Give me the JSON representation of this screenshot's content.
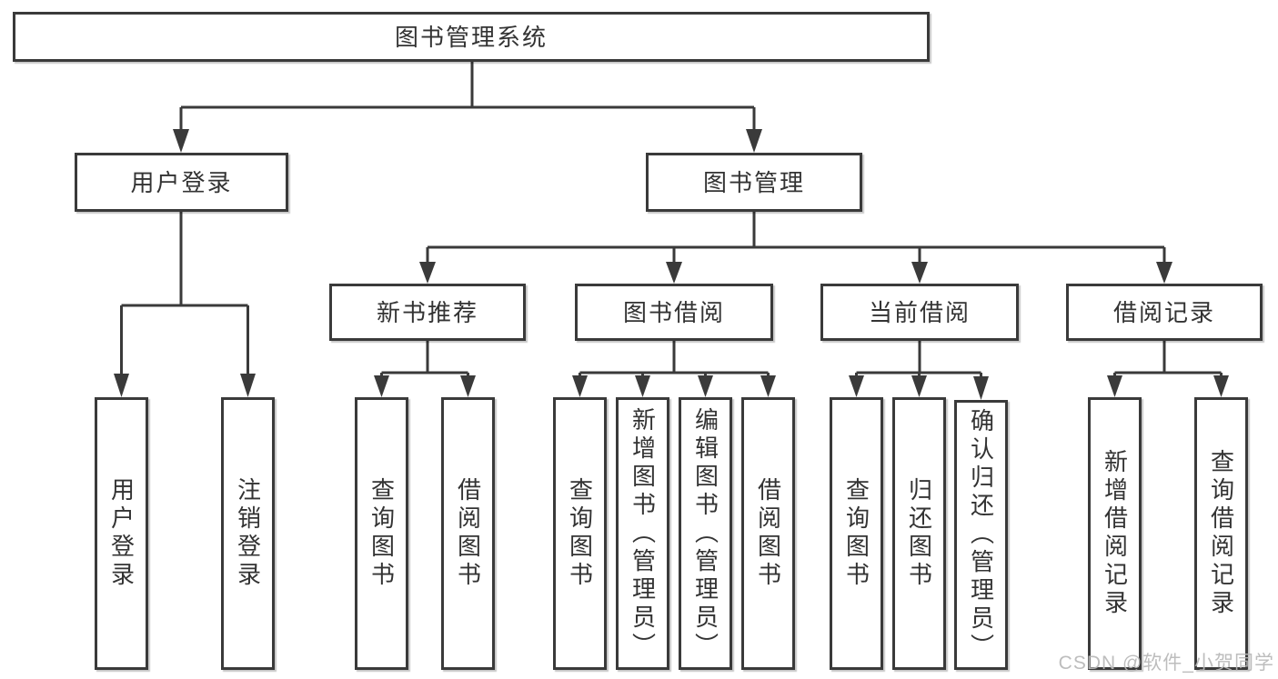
{
  "diagram": {
    "type": "hierarchy-diagram",
    "tree": {
      "label": "图书管理系统",
      "children": [
        {
          "label": "用户登录",
          "children": [
            {
              "label": "用户登录"
            },
            {
              "label": "注销登录"
            }
          ]
        },
        {
          "label": "图书管理",
          "children": [
            {
              "label": "新书推荐",
              "children": [
                {
                  "label": "查询图书"
                },
                {
                  "label": "借阅图书"
                }
              ]
            },
            {
              "label": "图书借阅",
              "children": [
                {
                  "label": "查询图书"
                },
                {
                  "label": "新增图书（管理员）"
                },
                {
                  "label": "编辑图书（管理员）"
                },
                {
                  "label": "借阅图书"
                }
              ]
            },
            {
              "label": "当前借阅",
              "children": [
                {
                  "label": "查询图书"
                },
                {
                  "label": "归还图书"
                },
                {
                  "label": "确认归还（管理员）"
                }
              ]
            },
            {
              "label": "借阅记录",
              "children": [
                {
                  "label": "新增借阅记录"
                },
                {
                  "label": "查询借阅记录"
                }
              ]
            }
          ]
        }
      ]
    },
    "colors": {
      "line": "#3a3a3a",
      "text": "#333333",
      "box_background": "#ffffff",
      "watermark": "#b7b7b7"
    }
  },
  "watermark": {
    "text": "CSDN @软件_小贺同学"
  }
}
